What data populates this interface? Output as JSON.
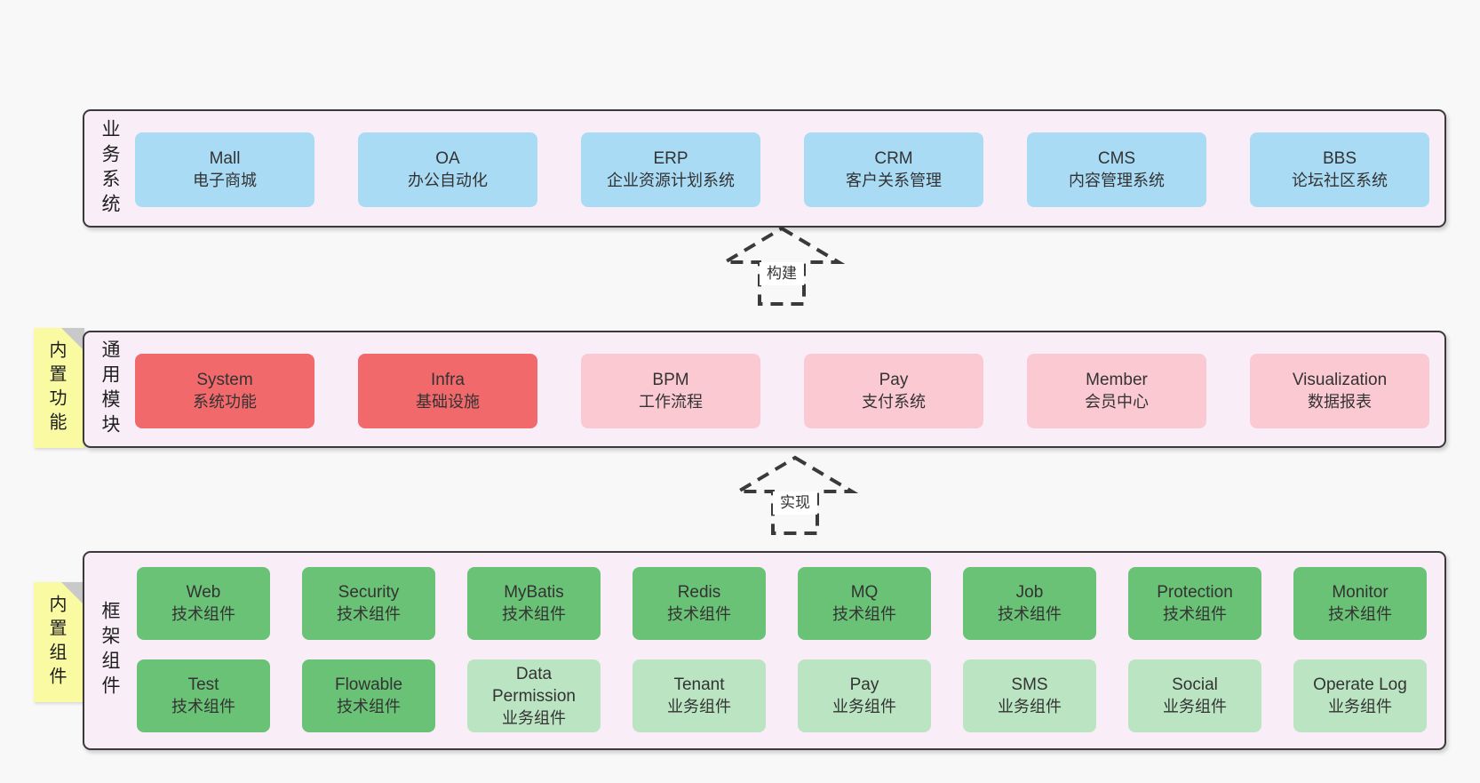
{
  "colors": {
    "page_bg": "#f8f8f8",
    "panel_bg": "#f9eef7",
    "panel_border": "#3a3a3a",
    "blue_box": "#a9dbf5",
    "red_box": "#f1696b",
    "pink_box": "#fbc9d2",
    "green_dark_box": "#6ac276",
    "green_light_box": "#bbe5c2",
    "note_bg": "#fafaa2",
    "note_fold": "#c9c9c9",
    "text": "#333333"
  },
  "sections": {
    "business": {
      "label": "业务系统",
      "boxes": [
        {
          "name": "Mall",
          "desc": "电子商城",
          "variant": "blue"
        },
        {
          "name": "OA",
          "desc": "办公自动化",
          "variant": "blue"
        },
        {
          "name": "ERP",
          "desc": "企业资源计划系统",
          "variant": "blue"
        },
        {
          "name": "CRM",
          "desc": "客户关系管理",
          "variant": "blue"
        },
        {
          "name": "CMS",
          "desc": "内容管理系统",
          "variant": "blue"
        },
        {
          "name": "BBS",
          "desc": "论坛社区系统",
          "variant": "blue"
        }
      ]
    },
    "modules": {
      "label": "通用模块",
      "note": "内置功能",
      "boxes": [
        {
          "name": "System",
          "desc": "系统功能",
          "variant": "red"
        },
        {
          "name": "Infra",
          "desc": "基础设施",
          "variant": "red"
        },
        {
          "name": "BPM",
          "desc": "工作流程",
          "variant": "pink"
        },
        {
          "name": "Pay",
          "desc": "支付系统",
          "variant": "pink"
        },
        {
          "name": "Member",
          "desc": "会员中心",
          "variant": "pink"
        },
        {
          "name": "Visualization",
          "desc": "数据报表",
          "variant": "pink"
        }
      ]
    },
    "framework": {
      "label": "框架组件",
      "note": "内置组件",
      "rows": [
        [
          {
            "name": "Web",
            "desc": "技术组件",
            "variant": "green-dark"
          },
          {
            "name": "Security",
            "desc": "技术组件",
            "variant": "green-dark"
          },
          {
            "name": "MyBatis",
            "desc": "技术组件",
            "variant": "green-dark"
          },
          {
            "name": "Redis",
            "desc": "技术组件",
            "variant": "green-dark"
          },
          {
            "name": "MQ",
            "desc": "技术组件",
            "variant": "green-dark"
          },
          {
            "name": "Job",
            "desc": "技术组件",
            "variant": "green-dark"
          },
          {
            "name": "Protection",
            "desc": "技术组件",
            "variant": "green-dark"
          },
          {
            "name": "Monitor",
            "desc": "技术组件",
            "variant": "green-dark"
          }
        ],
        [
          {
            "name": "Test",
            "desc": "技术组件",
            "variant": "green-dark"
          },
          {
            "name": "Flowable",
            "desc": "技术组件",
            "variant": "green-dark"
          },
          {
            "name": "Data Permission",
            "desc": "业务组件",
            "variant": "green-light"
          },
          {
            "name": "Tenant",
            "desc": "业务组件",
            "variant": "green-light"
          },
          {
            "name": "Pay",
            "desc": "业务组件",
            "variant": "green-light"
          },
          {
            "name": "SMS",
            "desc": "业务组件",
            "variant": "green-light"
          },
          {
            "name": "Social",
            "desc": "业务组件",
            "variant": "green-light"
          },
          {
            "name": "Operate Log",
            "desc": "业务组件",
            "variant": "green-light"
          }
        ]
      ]
    }
  },
  "arrows": [
    {
      "label": "构建"
    },
    {
      "label": "实现"
    }
  ]
}
